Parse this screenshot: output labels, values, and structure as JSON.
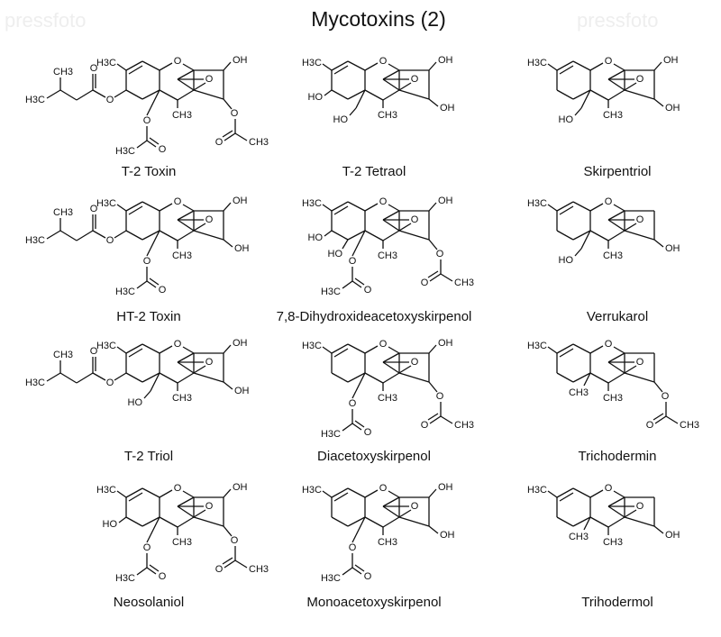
{
  "title": "Mycotoxins (2)",
  "watermark": "pressfoto",
  "atom_labels": {
    "OH": "OH",
    "HO": "HO",
    "O": "O",
    "CH3": "CH3",
    "H3C": "H3C"
  },
  "compounds": [
    {
      "name": "T-2 Toxin",
      "r3": "OH",
      "r4": "OAc",
      "c15": "OAc",
      "c8": "isovalerate",
      "c7": "none"
    },
    {
      "name": "T-2 Tetraol",
      "r3": "OH",
      "r4": "OH",
      "c15": "OH",
      "c8": "OH",
      "c7": "none"
    },
    {
      "name": "Skirpentriol",
      "r3": "OH",
      "r4": "OH",
      "c15": "OH",
      "c8": "none",
      "c7": "none"
    },
    {
      "name": "HT-2 Toxin",
      "r3": "OH",
      "r4": "OH",
      "c15": "OAc",
      "c8": "isovalerate",
      "c7": "none"
    },
    {
      "name": "7,8-Dihydroxideacetoxyskirpenol",
      "r3": "OH",
      "r4": "OAc",
      "c15": "OAc",
      "c8": "OH",
      "c7": "OH"
    },
    {
      "name": "Verrukarol",
      "r3": "none",
      "r4": "OH",
      "c15": "OH",
      "c8": "none",
      "c7": "none"
    },
    {
      "name": "T-2 Triol",
      "r3": "OH",
      "r4": "OH",
      "c15": "OH",
      "c8": "isovalerate",
      "c7": "none"
    },
    {
      "name": "Diacetoxyskirpenol",
      "r3": "OH",
      "r4": "OAc",
      "c15": "OAc",
      "c8": "none",
      "c7": "none"
    },
    {
      "name": "Trichodermin",
      "r3": "none",
      "r4": "OAc",
      "c15": "CH3",
      "c8": "none",
      "c7": "none"
    },
    {
      "name": "Neosolaniol",
      "r3": "OH",
      "r4": "OAc",
      "c15": "OAc",
      "c8": "OH",
      "c7": "none"
    },
    {
      "name": "Monoacetoxyskirpenol",
      "r3": "OH",
      "r4": "OH",
      "c15": "OAc",
      "c8": "none",
      "c7": "none"
    },
    {
      "name": "Trihodermol",
      "r3": "none",
      "r4": "OH",
      "c15": "CH3",
      "c8": "none",
      "c7": "none"
    }
  ]
}
